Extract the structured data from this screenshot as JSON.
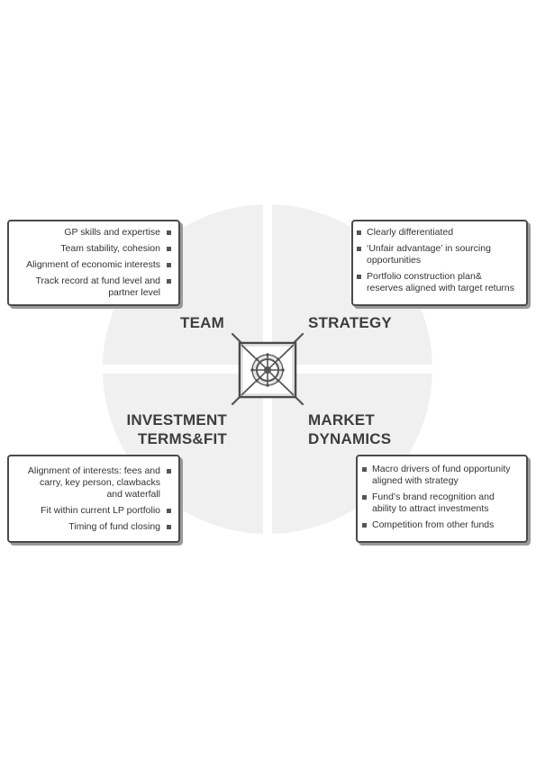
{
  "quadrants": {
    "team": {
      "title_lines": [
        "TEAM"
      ],
      "items": [
        [
          "GP skills and expertise"
        ],
        [
          "Team stability, cohesion"
        ],
        [
          "Alignment of economic interests"
        ],
        [
          "Track record at fund level and",
          "partner level"
        ]
      ]
    },
    "strategy": {
      "title_lines": [
        "STRATEGY"
      ],
      "items": [
        [
          "Clearly differentiated"
        ],
        [
          "‘Unfair advantage’ in sourcing",
          "opportunities"
        ],
        [
          "Portfolio construction plan&",
          "reserves aligned with target returns"
        ]
      ]
    },
    "investment_terms": {
      "title_lines": [
        "INVESTMENT",
        "TERMS&FIT"
      ],
      "items": [
        [
          "Alignment of interests: fees and",
          "carry, key person, clawbacks",
          "and waterfall"
        ],
        [
          "Fit within current LP portfolio"
        ],
        [
          "Timing of fund closing"
        ]
      ]
    },
    "market_dynamics": {
      "title_lines": [
        "MARKET",
        "DYNAMICS"
      ],
      "items": [
        [
          "Macro drivers of fund opportunity",
          "aligned with strategy"
        ],
        [
          "Fund’s brand recognition and",
          "ability to attract investments"
        ],
        [
          "Competition from other funds"
        ]
      ]
    }
  },
  "center_icon": "ship-wheel-icon",
  "colors": {
    "quadrant_fill": "#f0f0f0",
    "text": "#3d3d3d",
    "border": "#4a4a4a",
    "shadow": "#9a9a9a"
  }
}
